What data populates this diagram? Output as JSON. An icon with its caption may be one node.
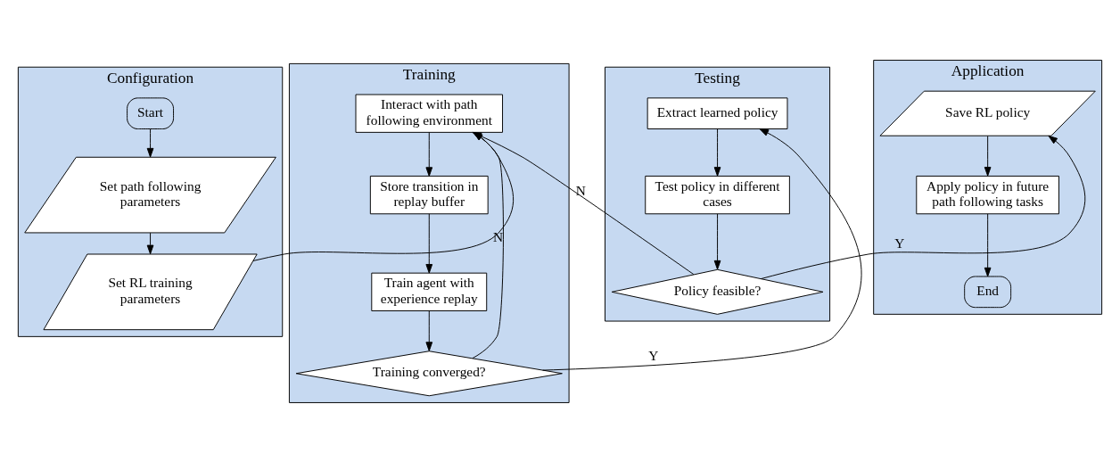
{
  "diagram": {
    "nodes": [
      {
        "text": [
          "Configuration"
        ]
      },
      {
        "text": [
          "Start"
        ],
        "in": 0
      },
      {
        "text": [
          "Set path following parameters"
        ],
        "in": 0
      },
      {
        "text": [
          "Set RL training parameters"
        ],
        "in": 0
      },
      {
        "text": [
          "Training"
        ]
      },
      {
        "text": [
          "Interact with path following environment"
        ],
        "in": 4
      },
      {
        "text": [
          "Store transition in replay buffer"
        ],
        "in": 4
      },
      {
        "text": [
          "Train agent with experience replay"
        ],
        "in": 4
      },
      {
        "text": [
          "Training converged?"
        ],
        "in": 4
      },
      {
        "text": [
          "Testing"
        ]
      },
      {
        "text": [
          "Extract learned policy"
        ],
        "in": 9
      },
      {
        "text": [
          "Test policy in different cases"
        ],
        "in": 9
      },
      {
        "text": [
          "Policy feasible?"
        ],
        "in": 9
      },
      {
        "text": [
          "Application"
        ]
      },
      {
        "text": [
          "Save RL policy"
        ],
        "in": 13
      },
      {
        "text": [
          "Apply policy in future path following tasks"
        ],
        "in": 13
      },
      {
        "text": [
          "End"
        ],
        "in": 13
      }
    ],
    "edges": [
      {
        "from": 1,
        "to": 2,
        "arrow": "to"
      },
      {
        "from": 2,
        "to": 3,
        "arrow": "to"
      },
      {
        "from": 3,
        "to": 5,
        "arrow": "to"
      },
      {
        "from": 5,
        "to": 6,
        "arrow": "to"
      },
      {
        "from": 6,
        "to": 7,
        "arrow": "to"
      },
      {
        "from": 7,
        "to": 8,
        "arrow": "to"
      },
      {
        "from": 8,
        "to": 5,
        "label": "N",
        "arrow": "to"
      },
      {
        "from": 8,
        "to": 10,
        "label": "Y",
        "arrow": "to"
      },
      {
        "from": 10,
        "to": 11,
        "arrow": "to"
      },
      {
        "from": 11,
        "to": 12,
        "arrow": "to"
      },
      {
        "from": 12,
        "to": 5,
        "label": "N",
        "arrow": "to"
      },
      {
        "from": 12,
        "to": 14,
        "label": "Y",
        "arrow": "to"
      },
      {
        "from": 14,
        "to": 15,
        "arrow": "to"
      },
      {
        "from": 15,
        "to": 16,
        "arrow": "to"
      }
    ]
  }
}
